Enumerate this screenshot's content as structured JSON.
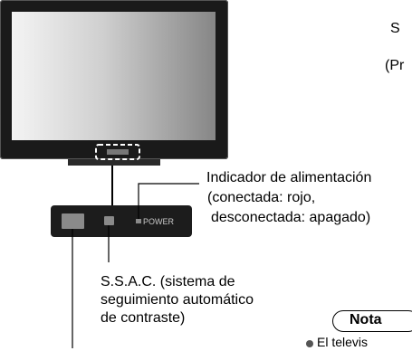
{
  "labels": {
    "top_right_1": "S",
    "top_right_2": "(Pr",
    "indicator_line1": "Indicador de alimentación",
    "indicator_line2": "(conectada: rojo,",
    "indicator_line3": "desconectada: apagado)",
    "power": "POWER",
    "ssac_line1": "S.S.A.C. (sistema de",
    "ssac_line2": "seguimiento automático",
    "ssac_line3": "de contraste)",
    "note_title": "Nota",
    "note_bullet": "El televis"
  },
  "colors": {
    "screen_frame": "#1a1a1a",
    "screen_gradient_light": "#f2f2f2",
    "screen_gradient_dark": "#8c8c8c",
    "panel": "#1c1c1c",
    "button": "#8a8a8a"
  }
}
